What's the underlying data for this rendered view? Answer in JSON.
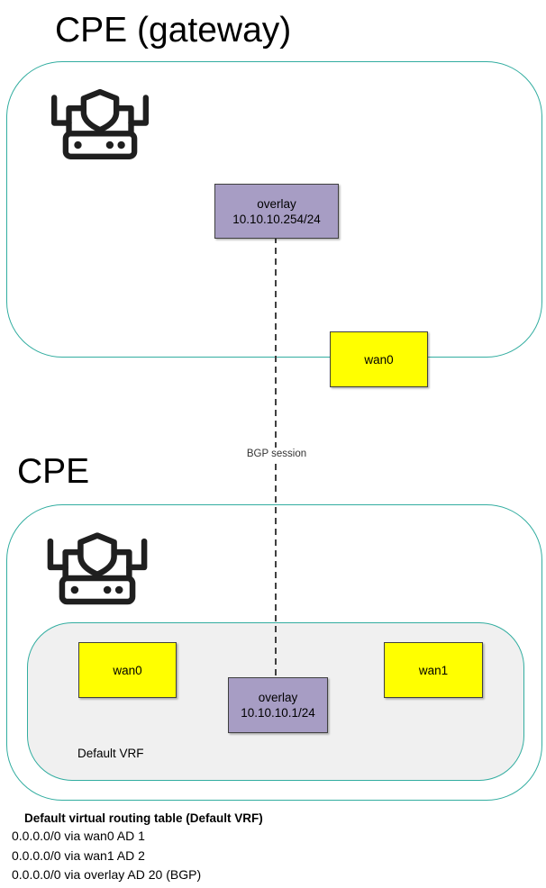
{
  "colors": {
    "frame_teal": "#32ada0",
    "node_yellow": "#ffff00",
    "node_purple": "#a79dc4",
    "node_border": "#3f3f3f",
    "vrf_gray": "#f0f0f0",
    "icon_black": "#1f1f1f"
  },
  "gateway": {
    "title": "CPE (gateway)",
    "overlay_node": {
      "name": "overlay",
      "address": "10.10.10.254/24"
    },
    "wan0_label": "wan0"
  },
  "bgp": {
    "label": "BGP session"
  },
  "cpe": {
    "title": "CPE",
    "wan0_label": "wan0",
    "wan1_label": "wan1",
    "overlay_node": {
      "name": "overlay",
      "address": "10.10.10.1/24"
    },
    "vrf_label": "Default VRF"
  },
  "routing_table": {
    "title": "Default virtual routing table (Default VRF)",
    "routes": [
      "0.0.0.0/0 via wan0 AD 1",
      "0.0.0.0/0 via wan1 AD 2",
      "0.0.0.0/0 via overlay AD 20 (BGP)"
    ]
  }
}
